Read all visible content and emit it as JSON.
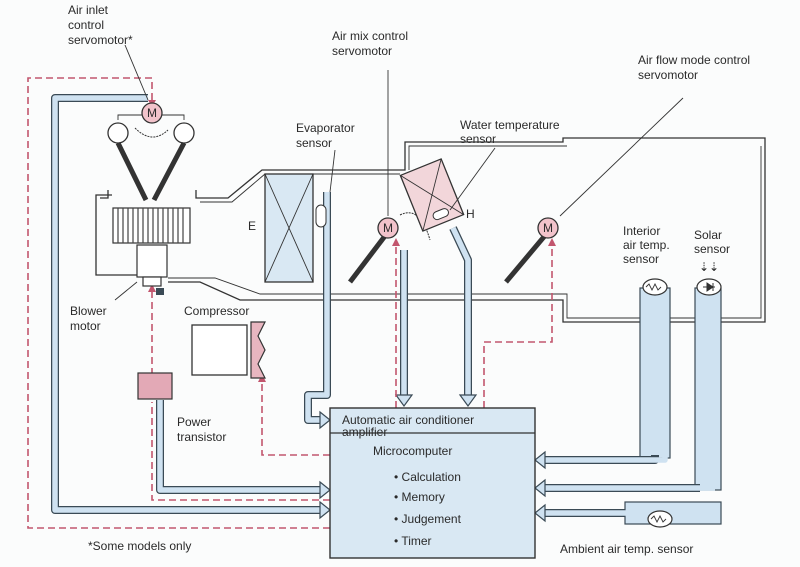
{
  "labels": {
    "air_inlet_servo": [
      "Air inlet",
      "control",
      "servomotor*"
    ],
    "air_mix_servo": [
      "Air mix control",
      "servomotor"
    ],
    "air_flow_servo": [
      "Air flow mode control",
      "servomotor"
    ],
    "evaporator_sensor": [
      "Evaporator",
      "sensor"
    ],
    "water_temp_sensor": [
      "Water temperature",
      "sensor"
    ],
    "interior_sensor": [
      "Interior",
      "air temp.",
      "sensor"
    ],
    "solar_sensor": [
      "Solar",
      "sensor"
    ],
    "blower_motor": [
      "Blower",
      "motor"
    ],
    "compressor": "Compressor",
    "power_transistor": [
      "Power",
      "transistor"
    ],
    "ambient_sensor": "Ambient air temp. sensor",
    "footnote": "*Some models only",
    "evaporator_mark": "E",
    "heater_mark": "H",
    "motor_mark": "M"
  },
  "amplifier": {
    "title": [
      "Automatic air conditioner",
      "amplifier"
    ],
    "subtitle": "Microcomputer",
    "functions": [
      "• Calculation",
      "• Memory",
      "• Judgement",
      "• Timer"
    ]
  },
  "colors": {
    "signal_pipe": "#cfe2f1",
    "control_line": "#c2566e",
    "motor": "#f2c3cb",
    "amplifier": "#d9e8f3"
  }
}
